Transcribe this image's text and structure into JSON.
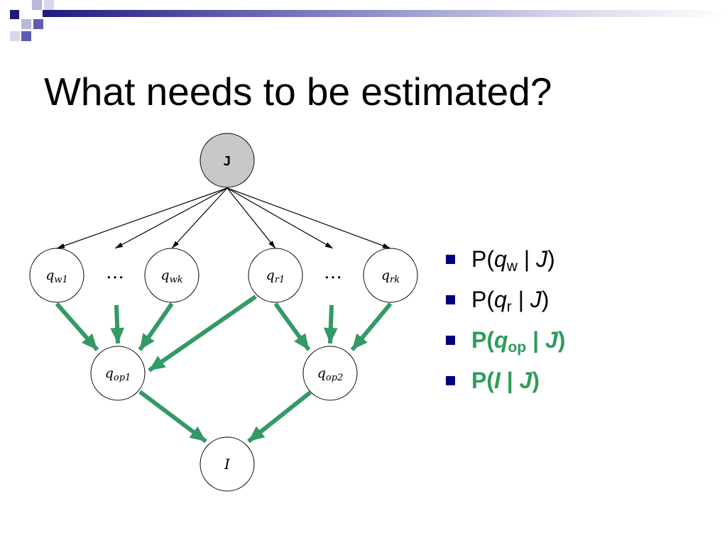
{
  "slide": {
    "title": "What needs to be estimated?"
  },
  "diagram": {
    "nodes": [
      {
        "id": "J",
        "kind": "mono",
        "text": "J",
        "shaded": true
      },
      {
        "id": "qw1",
        "kind": "var",
        "base": "q",
        "sub": "w1"
      },
      {
        "id": "qwk",
        "kind": "var",
        "base": "q",
        "sub": "wk"
      },
      {
        "id": "qr1",
        "kind": "var",
        "base": "q",
        "sub": "r1"
      },
      {
        "id": "qrk",
        "kind": "var",
        "base": "q",
        "sub": "rk"
      },
      {
        "id": "qop1",
        "kind": "var",
        "base": "q",
        "sub": "op1"
      },
      {
        "id": "qop2",
        "kind": "var",
        "base": "q",
        "sub": "op2"
      },
      {
        "id": "I",
        "kind": "plain",
        "text": "I"
      }
    ],
    "ellipsis_text": "…",
    "colors": {
      "shaded_node_fill": "#c8c8c8",
      "node_fill": "#ffffff",
      "thin_arrow": "#000000",
      "thick_arrow": "#339966"
    }
  },
  "bullets": [
    {
      "prefix": "P(",
      "var": "q",
      "sub": "w",
      "mid": " | ",
      "cond": "J",
      "suffix": ")",
      "highlight": false
    },
    {
      "prefix": "P(",
      "var": "q",
      "sub": "r",
      "mid": " | ",
      "cond": "J",
      "suffix": ")",
      "highlight": false
    },
    {
      "prefix": "P(",
      "var": "q",
      "sub": "op",
      "mid": " | ",
      "cond": "J",
      "suffix": ")",
      "highlight": true
    },
    {
      "prefix": "P(",
      "var": "I",
      "sub": "",
      "mid": " | ",
      "cond": "J",
      "suffix": ")",
      "highlight": true
    }
  ],
  "colors": {
    "bullet_square": "#000080",
    "highlight_text": "#2e9c5a",
    "header_dark": "#1a1a80",
    "header_mid": "#5c5cb0",
    "header_light": "#b8b8dc"
  }
}
